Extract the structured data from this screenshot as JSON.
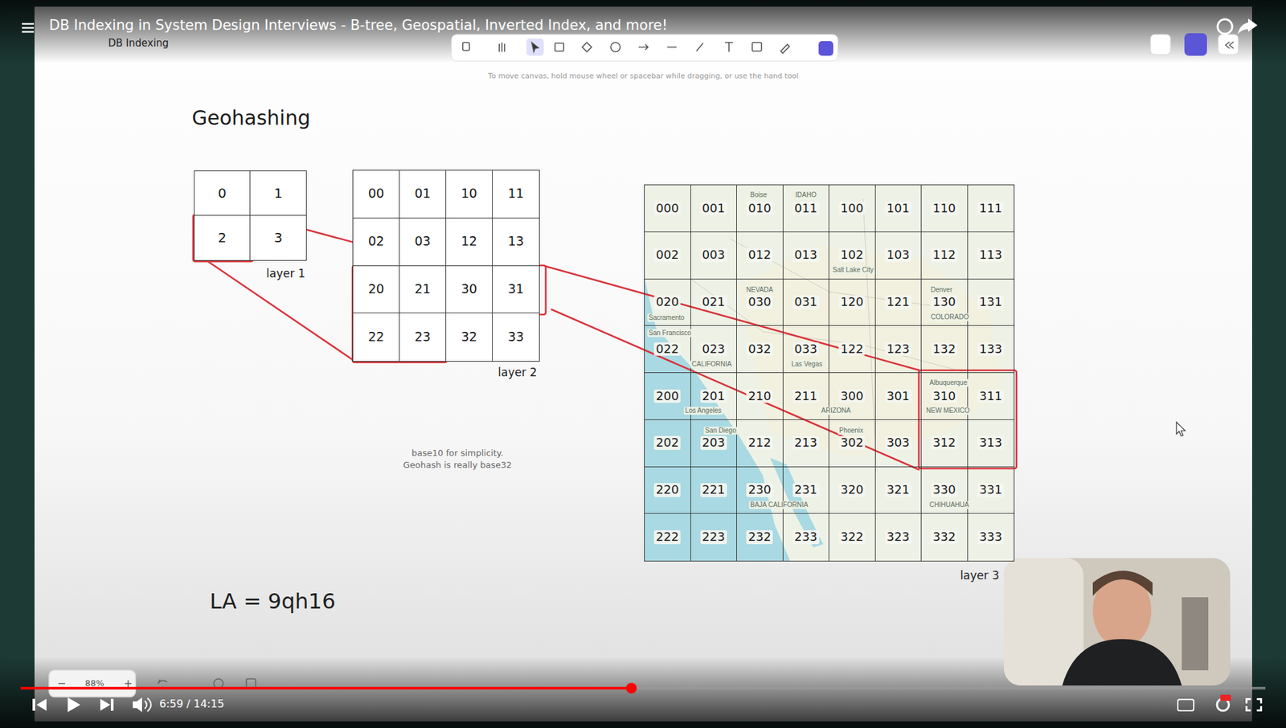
{
  "diagram": {
    "title": "Geohashing",
    "nodes": [
      {
        "text": [
          "layer 1"
        ]
      },
      {
        "text": [
          "0"
        ],
        "in": 0
      },
      {
        "text": [
          "1"
        ],
        "in": 0
      },
      {
        "text": [
          "2"
        ],
        "in": 0
      },
      {
        "text": [
          "3"
        ],
        "in": 0
      },
      {
        "text": [
          "layer 2"
        ]
      },
      {
        "text": [
          "00"
        ],
        "in": 5
      },
      {
        "text": [
          "01"
        ],
        "in": 5
      },
      {
        "text": [
          "10"
        ],
        "in": 5
      },
      {
        "text": [
          "11"
        ],
        "in": 5
      },
      {
        "text": [
          "02"
        ],
        "in": 5
      },
      {
        "text": [
          "03"
        ],
        "in": 5
      },
      {
        "text": [
          "12"
        ],
        "in": 5
      },
      {
        "text": [
          "13"
        ],
        "in": 5
      },
      {
        "text": [
          "20"
        ],
        "in": 5
      },
      {
        "text": [
          "21"
        ],
        "in": 5
      },
      {
        "text": [
          "30"
        ],
        "in": 5
      },
      {
        "text": [
          "31"
        ],
        "in": 5
      },
      {
        "text": [
          "22"
        ],
        "in": 5
      },
      {
        "text": [
          "23"
        ],
        "in": 5
      },
      {
        "text": [
          "32"
        ],
        "in": 5
      },
      {
        "text": [
          "33"
        ],
        "in": 5
      },
      {
        "text": [
          "layer 3"
        ]
      },
      {
        "text": [
          "000"
        ],
        "in": 22
      },
      {
        "text": [
          "001"
        ],
        "in": 22
      },
      {
        "text": [
          "010"
        ],
        "in": 22
      },
      {
        "text": [
          "011"
        ],
        "in": 22
      },
      {
        "text": [
          "100"
        ],
        "in": 22
      },
      {
        "text": [
          "101"
        ],
        "in": 22
      },
      {
        "text": [
          "110"
        ],
        "in": 22
      },
      {
        "text": [
          "111"
        ],
        "in": 22
      },
      {
        "text": [
          "002"
        ],
        "in": 22
      },
      {
        "text": [
          "003"
        ],
        "in": 22
      },
      {
        "text": [
          "012"
        ],
        "in": 22
      },
      {
        "text": [
          "013"
        ],
        "in": 22
      },
      {
        "text": [
          "102"
        ],
        "in": 22
      },
      {
        "text": [
          "103"
        ],
        "in": 22
      },
      {
        "text": [
          "112"
        ],
        "in": 22
      },
      {
        "text": [
          "113"
        ],
        "in": 22
      },
      {
        "text": [
          "020"
        ],
        "in": 22
      },
      {
        "text": [
          "021"
        ],
        "in": 22
      },
      {
        "text": [
          "030"
        ],
        "in": 22
      },
      {
        "text": [
          "031"
        ],
        "in": 22
      },
      {
        "text": [
          "120"
        ],
        "in": 22
      },
      {
        "text": [
          "121"
        ],
        "in": 22
      },
      {
        "text": [
          "130"
        ],
        "in": 22
      },
      {
        "text": [
          "131"
        ],
        "in": 22
      },
      {
        "text": [
          "022"
        ],
        "in": 22
      },
      {
        "text": [
          "023"
        ],
        "in": 22
      },
      {
        "text": [
          "032"
        ],
        "in": 22
      },
      {
        "text": [
          "033"
        ],
        "in": 22
      },
      {
        "text": [
          "122"
        ],
        "in": 22
      },
      {
        "text": [
          "123"
        ],
        "in": 22
      },
      {
        "text": [
          "132"
        ],
        "in": 22
      },
      {
        "text": [
          "133"
        ],
        "in": 22
      },
      {
        "text": [
          "200"
        ],
        "in": 22
      },
      {
        "text": [
          "201"
        ],
        "in": 22
      },
      {
        "text": [
          "210"
        ],
        "in": 22
      },
      {
        "text": [
          "211"
        ],
        "in": 22
      },
      {
        "text": [
          "300"
        ],
        "in": 22
      },
      {
        "text": [
          "301"
        ],
        "in": 22
      },
      {
        "text": [
          "310"
        ],
        "in": 22
      },
      {
        "text": [
          "311"
        ],
        "in": 22
      },
      {
        "text": [
          "202"
        ],
        "in": 22
      },
      {
        "text": [
          "203"
        ],
        "in": 22
      },
      {
        "text": [
          "212"
        ],
        "in": 22
      },
      {
        "text": [
          "213"
        ],
        "in": 22
      },
      {
        "text": [
          "302"
        ],
        "in": 22
      },
      {
        "text": [
          "303"
        ],
        "in": 22
      },
      {
        "text": [
          "312"
        ],
        "in": 22
      },
      {
        "text": [
          "313"
        ],
        "in": 22
      },
      {
        "text": [
          "220"
        ],
        "in": 22
      },
      {
        "text": [
          "221"
        ],
        "in": 22
      },
      {
        "text": [
          "230"
        ],
        "in": 22
      },
      {
        "text": [
          "231"
        ],
        "in": 22
      },
      {
        "text": [
          "320"
        ],
        "in": 22
      },
      {
        "text": [
          "321"
        ],
        "in": 22
      },
      {
        "text": [
          "330"
        ],
        "in": 22
      },
      {
        "text": [
          "331"
        ],
        "in": 22
      },
      {
        "text": [
          "222"
        ],
        "in": 22
      },
      {
        "text": [
          "223"
        ],
        "in": 22
      },
      {
        "text": [
          "232"
        ],
        "in": 22
      },
      {
        "text": [
          "233"
        ],
        "in": 22
      },
      {
        "text": [
          "322"
        ],
        "in": 22
      },
      {
        "text": [
          "323"
        ],
        "in": 22
      },
      {
        "text": [
          "332"
        ],
        "in": 22
      },
      {
        "text": [
          "333"
        ],
        "in": 22
      }
    ],
    "labels": [
      "DB Indexing in System Design Interviews - B-tree, Geospatial, Inverted Index, and more!",
      "DB Indexing",
      "To move canvas, hold mouse wheel or spacebar while dragging, or use the hand tool",
      "base10 for simplicity.",
      "Geohash is really base32",
      "LA = 9qh16",
      "88%",
      "6:59 / 14:15",
      "Sacramento",
      "San Francisco",
      "CALIFORNIA",
      "Las Vegas",
      "Los Angeles",
      "San Diego",
      "Phoenix",
      "Albuquerque",
      "NEW MEXICO",
      "Denver",
      "COLORADO",
      "NEVADA",
      "Salt Lake City",
      "Boise",
      "IDAHO",
      "ARIZONA",
      "BAJA CALIFORNIA",
      "CHIHUAHUA"
    ]
  }
}
